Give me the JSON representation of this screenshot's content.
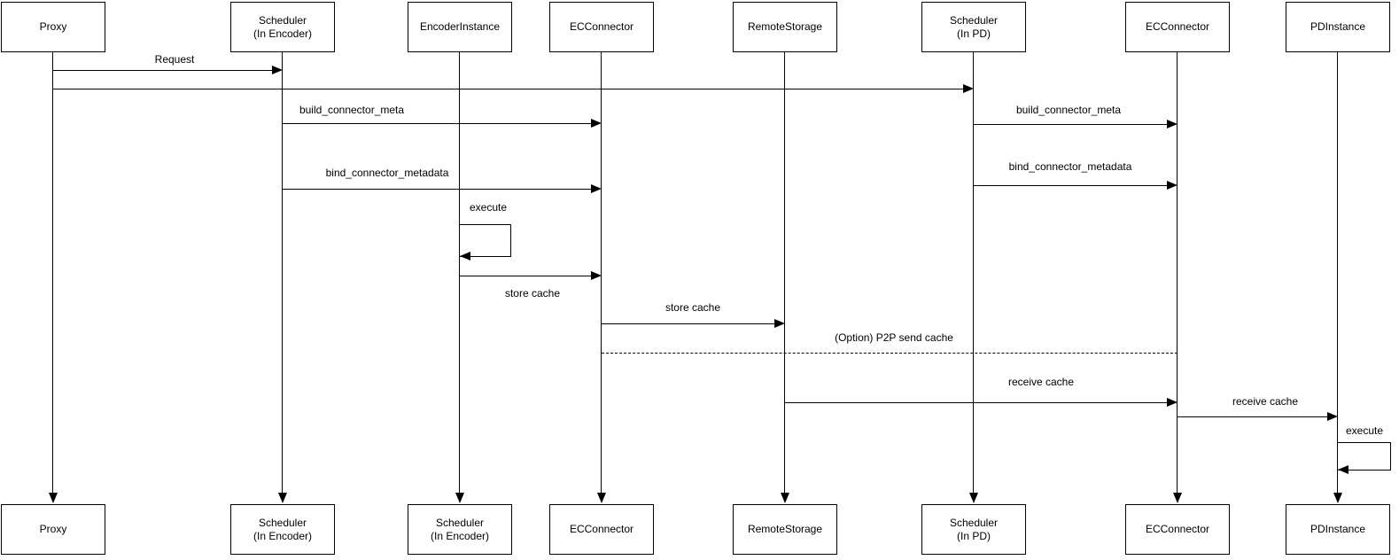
{
  "diagram": {
    "type": "sequence-diagram",
    "colors": {
      "stroke": "#000000",
      "background": "#ffffff",
      "box_fill": "#ffffff",
      "text": "#000000"
    },
    "top_actors": [
      {
        "name": "Proxy",
        "sub": ""
      },
      {
        "name": "Scheduler",
        "sub": "(In Encoder)"
      },
      {
        "name": "EncoderInstance",
        "sub": ""
      },
      {
        "name": "ECConnector",
        "sub": ""
      },
      {
        "name": "RemoteStorage",
        "sub": ""
      },
      {
        "name": "Scheduler",
        "sub": "(In PD)"
      },
      {
        "name": "ECConnector",
        "sub": ""
      },
      {
        "name": "PDInstance",
        "sub": ""
      }
    ],
    "bottom_actors": [
      {
        "name": "Proxy",
        "sub": ""
      },
      {
        "name": "Scheduler",
        "sub": "(In Encoder)"
      },
      {
        "name": "Scheduler",
        "sub": "(In Encoder)"
      },
      {
        "name": "ECConnector",
        "sub": ""
      },
      {
        "name": "RemoteStorage",
        "sub": ""
      },
      {
        "name": "Scheduler",
        "sub": "(In PD)"
      },
      {
        "name": "ECConnector",
        "sub": ""
      },
      {
        "name": "PDInstance",
        "sub": ""
      }
    ],
    "messages": [
      {
        "label": "Request",
        "from": "Proxy",
        "to": "Scheduler (In Encoder)",
        "style": "solid-arrow"
      },
      {
        "label": "",
        "from": "Proxy",
        "to": "Scheduler (In PD)",
        "style": "solid-arrow"
      },
      {
        "label": "build_connector_meta",
        "from": "Scheduler (In Encoder)",
        "to": "ECConnector",
        "style": "solid-arrow"
      },
      {
        "label": "build_connector_meta",
        "from": "Scheduler (In PD)",
        "to": "ECConnector",
        "style": "solid-arrow"
      },
      {
        "label": "bind_connector_metadata",
        "from": "Scheduler (In Encoder)",
        "to": "ECConnector",
        "style": "solid-arrow"
      },
      {
        "label": "bind_connector_metadata",
        "from": "Scheduler (In PD)",
        "to": "ECConnector",
        "style": "solid-arrow"
      },
      {
        "label": "execute",
        "from": "EncoderInstance",
        "to": "EncoderInstance",
        "style": "self-loop"
      },
      {
        "label": "store cache",
        "from": "EncoderInstance",
        "to": "ECConnector",
        "style": "solid-arrow"
      },
      {
        "label": "store cache",
        "from": "ECConnector",
        "to": "RemoteStorage",
        "style": "solid-arrow"
      },
      {
        "label": "(Option) P2P send cache",
        "from": "ECConnector",
        "to": "ECConnector",
        "style": "dashed-line"
      },
      {
        "label": "receive cache",
        "from": "RemoteStorage",
        "to": "ECConnector",
        "style": "solid-arrow"
      },
      {
        "label": "receive cache",
        "from": "ECConnector",
        "to": "PDInstance",
        "style": "solid-arrow"
      },
      {
        "label": "execute",
        "from": "PDInstance",
        "to": "PDInstance",
        "style": "self-loop"
      }
    ]
  }
}
